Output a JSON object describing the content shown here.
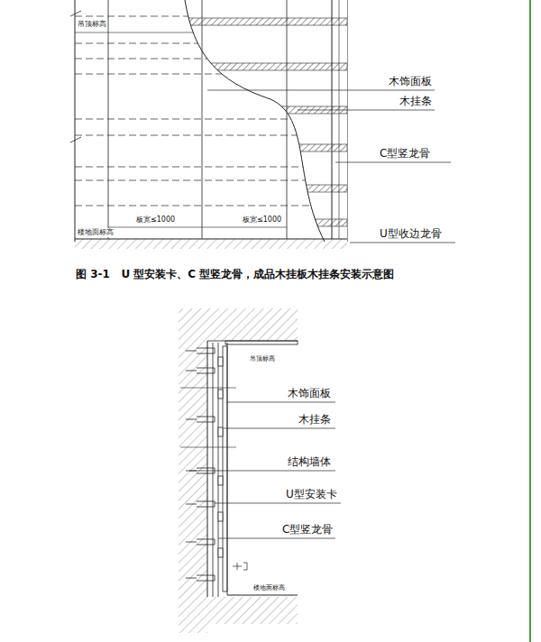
{
  "diagram": {
    "caption": "图 3-1   U 型安装卡、C 型竖龙骨，成品木挂板木挂条安装示意图",
    "labels": [
      "吊顶标高",
      "板宽≤1000",
      "板宽≤1000",
      "楼地面标高",
      "木饰面板",
      "木挂条",
      "C型竖龙骨",
      "U型收边龙骨",
      "木饰面板",
      "木挂条",
      "结构墙体",
      "U型安装卡",
      "C型竖龙骨",
      "吊顶标高",
      "楼地面标高"
    ]
  }
}
